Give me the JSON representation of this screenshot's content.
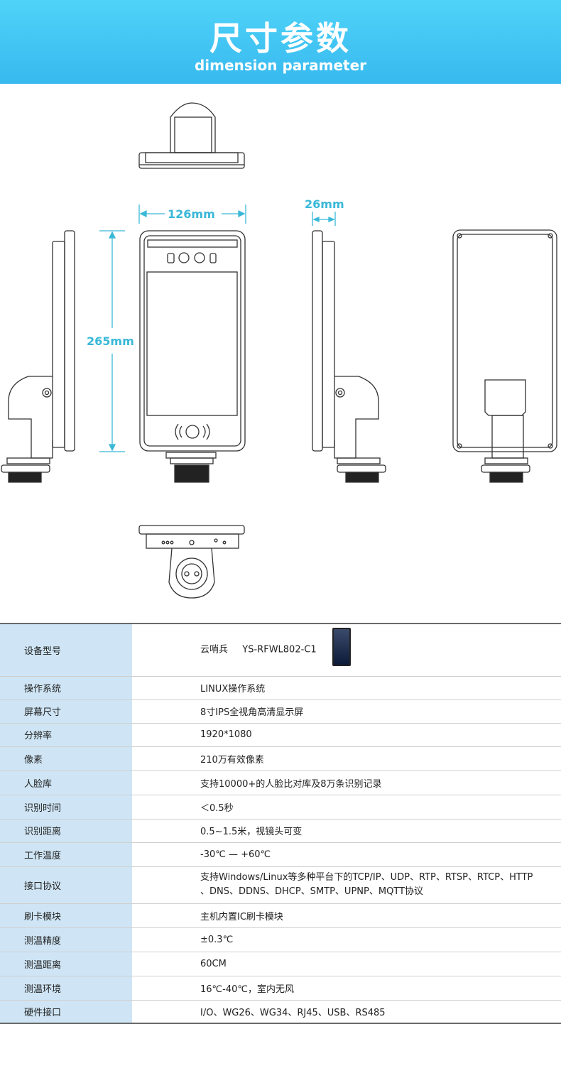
{
  "header": {
    "title_cn": "尺寸参数",
    "title_en": "dimension parameter"
  },
  "dimensions": {
    "width": "126mm",
    "height": "265mm",
    "depth": "26mm"
  },
  "specs": [
    {
      "key": "设备型号",
      "brand": "云哨兵",
      "model": "YS-RFWL802-C1"
    },
    {
      "key": "操作系统",
      "value": "LINUX操作系统"
    },
    {
      "key": "屏幕尺寸",
      "value": "8寸IPS全视角高清显示屏"
    },
    {
      "key": "分辨率",
      "value": "1920*1080"
    },
    {
      "key": "像素",
      "value": "210万有效像素"
    },
    {
      "key": "人脸库",
      "value": "支持10000+的人脸比对库及8万条识别记录"
    },
    {
      "key": "识别时间",
      "value": "＜0.5秒"
    },
    {
      "key": "识别距离",
      "value": "0.5~1.5米，视镜头可变"
    },
    {
      "key": "工作温度",
      "value": "-30℃ — +60℃"
    },
    {
      "key": "接口协议",
      "value": "支持Windows/Linux等多种平台下的TCP/IP、UDP、RTP、RTSP、RTCP、HTTP",
      "value2": "、DNS、DDNS、DHCP、SMTP、UPNP、MQTT协议"
    },
    {
      "key": "刷卡模块",
      "value": "主机内置IC刷卡模块"
    },
    {
      "key": "测温精度",
      "value": "±0.3℃"
    },
    {
      "key": "测温距离",
      "value": "60CM"
    },
    {
      "key": "测温环境",
      "value": "16℃-40℃，室内无风"
    },
    {
      "key": "硬件接口",
      "value": "I/O、WG26、WG34、RJ45、USB、RS485"
    }
  ],
  "colors": {
    "banner": "#38b9ef",
    "key_bg": "#cfe5f5",
    "dimension": "#3ab8d8"
  }
}
